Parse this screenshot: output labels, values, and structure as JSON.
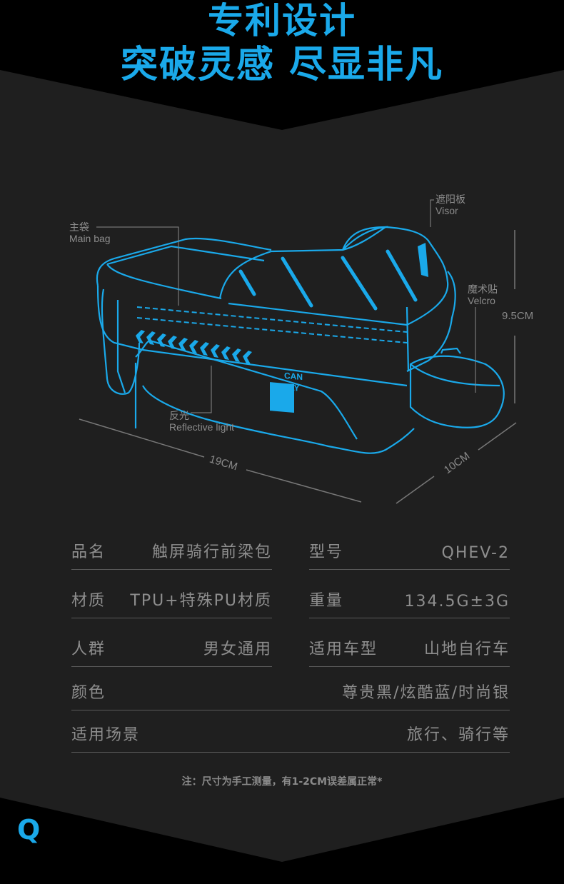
{
  "header": {
    "line1": "专利设计",
    "line2": "突破灵感 尽显非凡"
  },
  "diagram": {
    "main_bag": {
      "cn": "主袋",
      "en": "Main bag"
    },
    "visor": {
      "cn": "遮阳板",
      "en": "Visor"
    },
    "velcro": {
      "cn": "魔术贴",
      "en": "Velcro"
    },
    "reflective": {
      "cn": "反光",
      "en": "Reflective light"
    },
    "height": "9.5CM",
    "length": "19CM",
    "width": "10CM",
    "brand_line1": "CAN",
    "brand_line2": "FLY"
  },
  "specs": [
    {
      "label": "品名",
      "value": "触屏骑行前梁包"
    },
    {
      "label": "型号",
      "value": "QHEV-2"
    },
    {
      "label": "材质",
      "value": "TPU+特殊PU材质"
    },
    {
      "label": "重量",
      "value": "134.5G±3G"
    },
    {
      "label": "人群",
      "value": "男女通用"
    },
    {
      "label": "适用车型",
      "value": "山地自行车"
    },
    {
      "label": "颜色",
      "value": "尊贵黑/炫酷蓝/时尚银"
    },
    {
      "label": "适用场景",
      "value": "旅行、骑行等"
    }
  ],
  "note": "注：尺寸为手工测量，有1-2CM误差属正常*",
  "footer": {
    "logo_letter": "Q"
  },
  "colors": {
    "accent": "#1aa9ea",
    "bg": "#1f1f1f",
    "dark": "#000000"
  }
}
